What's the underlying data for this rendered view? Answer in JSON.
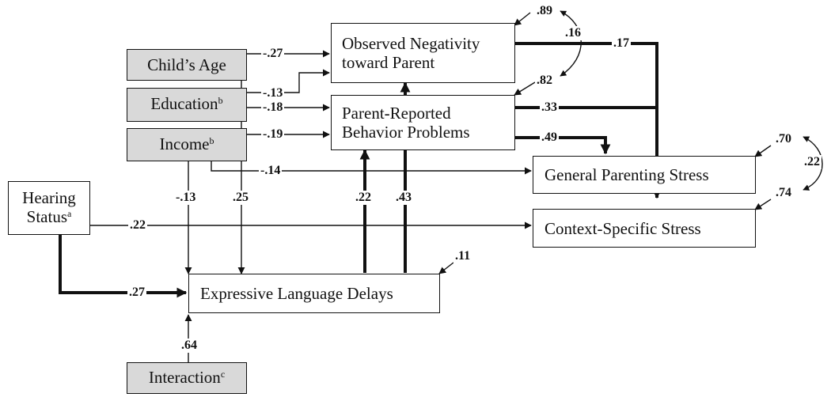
{
  "nodes": {
    "childs_age": {
      "label": "Child’s Age"
    },
    "education": {
      "label": "Education",
      "sup": "b"
    },
    "income": {
      "label": "Income",
      "sup": "b"
    },
    "hearing_status": {
      "line1": "Hearing",
      "line2": "Status",
      "sup": "a"
    },
    "interaction": {
      "label": "Interaction",
      "sup": "c"
    },
    "observed_negativity": {
      "line1": "Observed Negativity",
      "line2": "toward Parent"
    },
    "behavior_problems": {
      "line1": "Parent-Reported",
      "line2": "Behavior Problems"
    },
    "general_stress": {
      "label": "General Parenting Stress"
    },
    "context_stress": {
      "label": "Context-Specific Stress"
    },
    "language_delays": {
      "label": "Expressive Language Delays"
    }
  },
  "paths": {
    "age_to_negativity": "-.27",
    "education_to_negativity": "-.13",
    "education_to_behavior": "-.18",
    "income_to_behavior": "-.19",
    "income_to_general_stress": "-.14",
    "income_to_language": "-.13",
    "age_to_language": ".25",
    "hearing_to_context": ".22",
    "hearing_to_language": ".27",
    "interaction_to_language": ".64",
    "language_to_behavior": ".22",
    "language_to_negativity": ".43",
    "negativity_to_stress": ".17",
    "behavior_to_context": ".33",
    "behavior_to_general": ".49"
  },
  "residuals": {
    "negativity": ".89",
    "behavior": ".82",
    "general_stress": ".70",
    "context_stress": ".74",
    "language": ".11"
  },
  "covariances": {
    "negativity_behavior": ".16",
    "general_context": ".22"
  }
}
